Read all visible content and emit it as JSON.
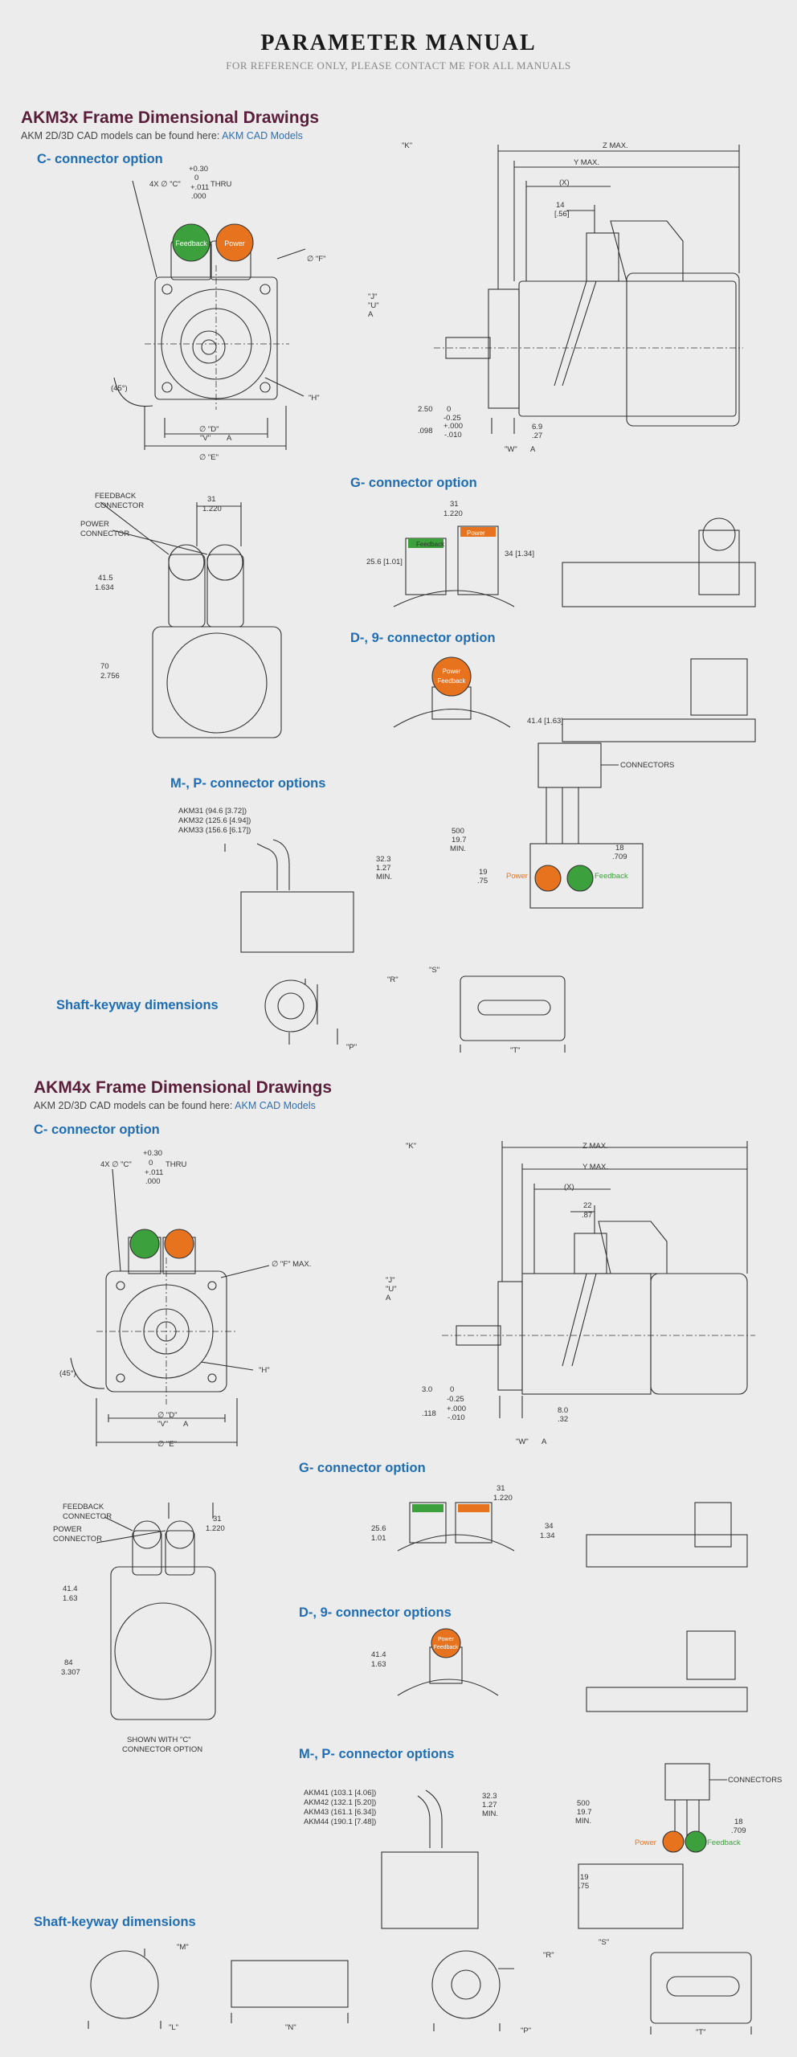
{
  "header": {
    "title": "PARAMETER MANUAL",
    "subtitle": "FOR REFERENCE ONLY, PLEASE CONTACT ME FOR ALL MANUALS"
  },
  "akm3": {
    "title": "AKM3x Frame Dimensional Drawings",
    "sub_text": "AKM 2D/3D CAD models can be found here:",
    "sub_link": "AKM CAD Models",
    "c_option": "C- connector option",
    "g_option": "G- connector option",
    "d_option": "D-, 9- connector option",
    "m_option": "M-, P- connector options",
    "shaft": "Shaft-keyway dimensions",
    "labels": {
      "feedback": "Feedback",
      "power": "Power",
      "feedback_conn": "FEEDBACK",
      "connector": "CONNECTOR",
      "power_conn": "POWER",
      "connectors": "CONNECTORS",
      "hole_c": "4X ∅ \"C\"",
      "tol_030": "+0.30",
      "tol_0": "0",
      "tol_011": "+.011",
      "tol_000": ".000",
      "thru": "THRU",
      "dia_f": "∅ \"F\"",
      "h": "\"H\"",
      "angle": "(45°)",
      "dia_d": "∅ \"D\"",
      "v": "\"V\"",
      "a": "A",
      "dia_e": "∅ \"E\"",
      "k": "\"K\"",
      "zmax": "Z MAX.",
      "ymax": "Y MAX.",
      "x": "(X)",
      "d14": "14",
      "d14i": "[.56]",
      "j": "\"J\"",
      "u": "\"U\"",
      "d250": "2.50",
      "d0": "0",
      "dm025": "-0.25",
      "d098": ".098",
      "dp000": "+.000",
      "dm010": "-.010",
      "d69": "6.9",
      "d69i": ".27",
      "w": "\"W\"",
      "d31": "31",
      "d31i": "1.220",
      "d415": "41.5",
      "d415i": "1.634",
      "d70": "70",
      "d70i": "2.756",
      "d256": "25.6 [1.01]",
      "d34": "34 [1.34]",
      "d414": "41.4 [1.63]",
      "akm31": "AKM31 (94.6 [3.72])",
      "akm32": "AKM32 (125.6 [4.94])",
      "akm33": "AKM33 (156.6 [6.17])",
      "d323": "32.3",
      "d127": "1.27",
      "min": "MIN.",
      "d500": "500",
      "d197": "19.7",
      "d18": "18",
      "d709": ".709",
      "d19": "19",
      "d75": ".75",
      "r": "\"R\"",
      "s": "\"S\"",
      "p": "\"P\"",
      "t": "\"T\""
    }
  },
  "akm4": {
    "title": "AKM4x Frame Dimensional Drawings",
    "sub_text": "AKM 2D/3D CAD models can be found here:",
    "sub_link": "AKM CAD Models",
    "c_option": "C- connector option",
    "g_option": "G- connector option",
    "d_option": "D-, 9- connector options",
    "m_option": "M-, P- connector options",
    "shaft": "Shaft-keyway dimensions",
    "labels": {
      "power": "Power",
      "feedback": "Feedback",
      "feedback_conn": "FEEDBACK",
      "connector": "CONNECTOR",
      "power_conn": "POWER",
      "connectors": "CONNECTORS",
      "hole_c": "4X ∅ \"C\"",
      "tol_030": "+0.30",
      "tol_0": "0",
      "tol_011": "+.011",
      "tol_000": ".000",
      "thru": "THRU",
      "dia_fmax": "∅ \"F\" MAX.",
      "h": "\"H\"",
      "angle": "(45°)",
      "dia_d": "∅ \"D\"",
      "v": "\"V\"",
      "a": "A",
      "dia_e": "∅ \"E\"",
      "k": "\"K\"",
      "zmax": "Z MAX.",
      "ymax": "Y MAX.",
      "x": "(X)",
      "d22": "22",
      "d87": ".87",
      "j": "\"J\"",
      "u": "\"U\"",
      "d30": "3.0",
      "d0": "0",
      "dm025": "-0.25",
      "d118": ".118",
      "dp000": "+.000",
      "dm010": "-.010",
      "d80": "8.0",
      "d32": ".32",
      "w": "\"W\"",
      "d31": "31",
      "d31i": "1.220",
      "d414": "41.4",
      "d163": "1.63",
      "d84": "84",
      "d84i": "3.307",
      "shown1": "SHOWN WITH \"C\"",
      "shown2": "CONNECTOR OPTION",
      "d256": "25.6",
      "d101": "1.01",
      "d34": "34",
      "d134": "1.34",
      "akm41": "AKM41 (103.1 [4.06])",
      "akm42": "AKM42 (132.1 [5.20])",
      "akm43": "AKM43 (161.1 [6.34])",
      "akm44": "AKM44 (190.1 [7.48])",
      "d323": "32.3",
      "d127": "1.27",
      "min": "MIN.",
      "d500": "500",
      "d197": "19.7",
      "d18": "18",
      "d709": ".709",
      "d19": "19",
      "d75": ".75",
      "m": "\"M\"",
      "l": "\"L\"",
      "n": "\"N\"",
      "r": "\"R\"",
      "p": "\"P\"",
      "s": "\"S\"",
      "t": "\"T\""
    }
  },
  "colors": {
    "feedback": "#3ca13c",
    "power": "#e8731e",
    "section_title": "#5a1e3a",
    "option": "#1f6db2",
    "link": "#2f6fb3"
  }
}
